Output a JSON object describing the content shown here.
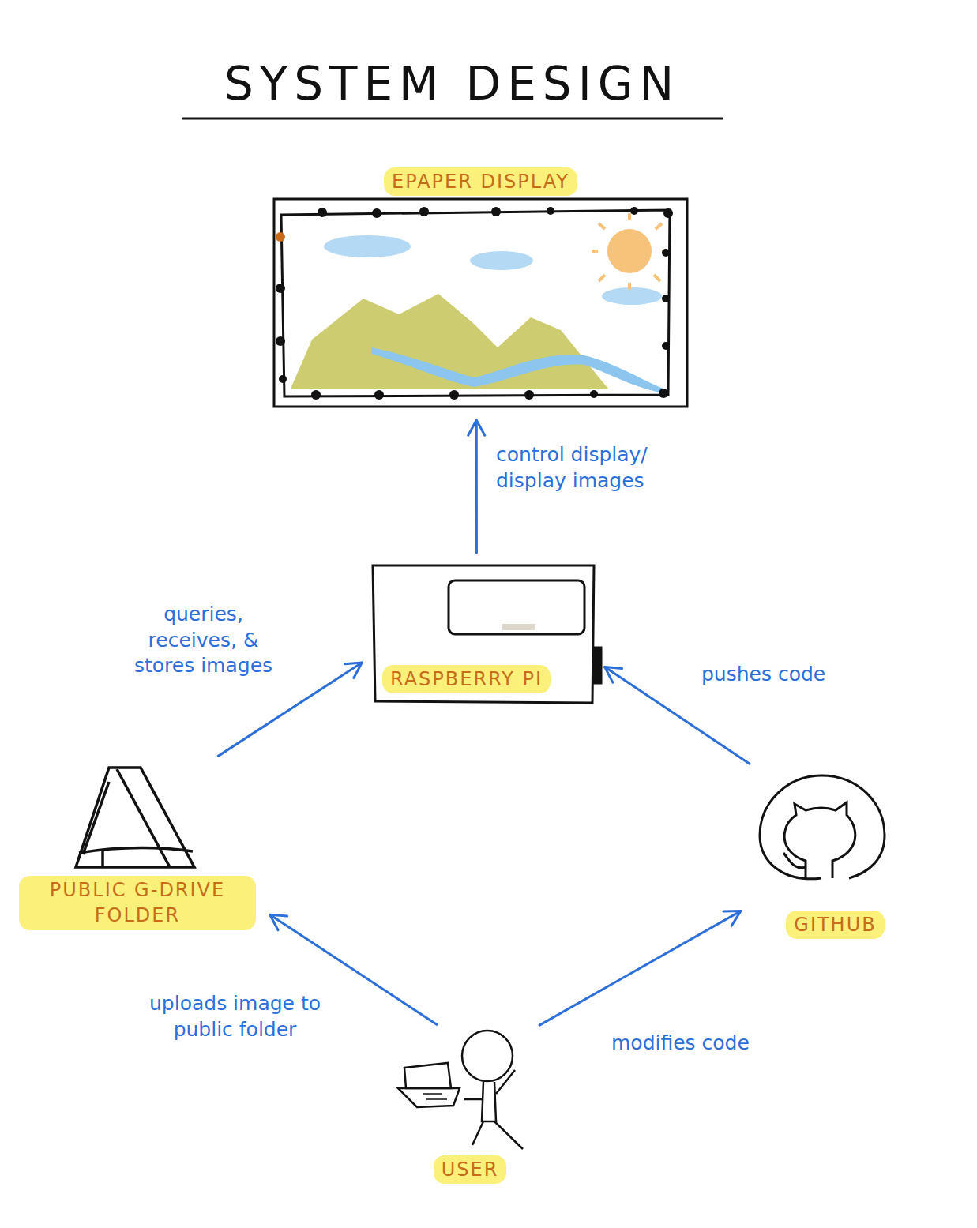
{
  "diagram": {
    "title": "SYSTEM DESIGN",
    "nodes": [
      {
        "text": [
          "EPAPER DISPLAY"
        ]
      },
      {
        "text": [
          "RASPBERRY PI"
        ]
      },
      {
        "text": [
          "PUBLIC G-DRIVE FOLDER"
        ]
      },
      {
        "text": [
          "GITHUB"
        ]
      },
      {
        "text": [
          "USER"
        ]
      }
    ],
    "edges": [
      {
        "from": 1,
        "to": 0,
        "label": "control display/ display images",
        "arrow": "to"
      },
      {
        "from": 2,
        "to": 1,
        "label": "queries, receives, & stores images",
        "arrow": "to"
      },
      {
        "from": 3,
        "to": 1,
        "label": "pushes code",
        "arrow": "to"
      },
      {
        "from": 4,
        "to": 2,
        "label": "uploads image to public folder",
        "arrow": "to"
      },
      {
        "from": 4,
        "to": 3,
        "label": "modifies code",
        "arrow": "to"
      }
    ]
  }
}
